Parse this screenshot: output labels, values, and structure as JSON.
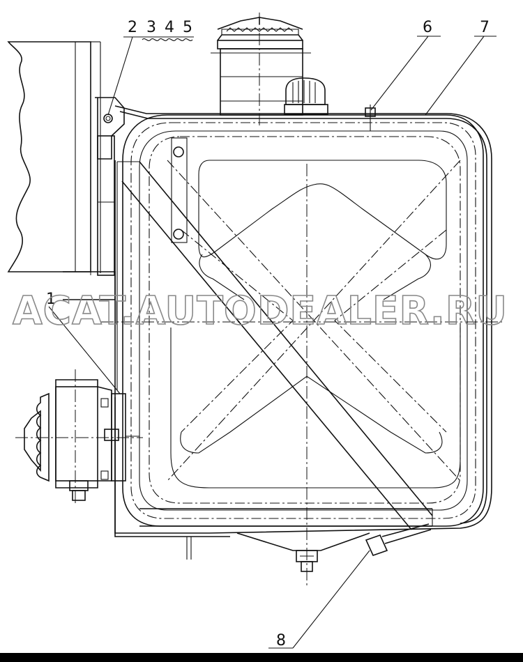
{
  "diagram": {
    "callouts": {
      "c1": "1",
      "c2": "2",
      "c3": "3",
      "c4": "4",
      "c5": "5",
      "c6": "6",
      "c7": "7",
      "c8": "8"
    },
    "watermark": "ACAT.AUTODEALER.RU"
  }
}
